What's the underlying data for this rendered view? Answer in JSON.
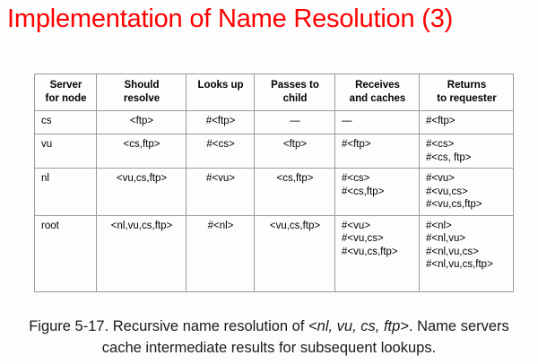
{
  "slide": {
    "title": "Implementation of Name Resolution (3)",
    "title_color": "#ff0000",
    "background_color": "#fdfdfd"
  },
  "table": {
    "border_color": "#9a9a9a",
    "headers": [
      {
        "line1": "Server",
        "line2": "for node"
      },
      {
        "line1": "Should",
        "line2": "resolve"
      },
      {
        "line1": "Looks up",
        "line2": ""
      },
      {
        "line1": "Passes to",
        "line2": "child"
      },
      {
        "line1": "Receives",
        "line2": "and caches"
      },
      {
        "line1": "Returns",
        "line2": "to requester"
      }
    ],
    "rows": [
      {
        "server": "cs",
        "should_resolve": [
          "<ftp>"
        ],
        "looks_up": [
          "#<ftp>"
        ],
        "passes_to_child": [
          "—"
        ],
        "receives_and_caches": [
          "—"
        ],
        "returns_to_requester": [
          "#<ftp>"
        ]
      },
      {
        "server": "vu",
        "should_resolve": [
          "<cs,ftp>"
        ],
        "looks_up": [
          "#<cs>"
        ],
        "passes_to_child": [
          "<ftp>"
        ],
        "receives_and_caches": [
          "#<ftp>"
        ],
        "returns_to_requester": [
          "#<cs>",
          "#<cs, ftp>"
        ]
      },
      {
        "server": "nl",
        "should_resolve": [
          "<vu,cs,ftp>"
        ],
        "looks_up": [
          "#<vu>"
        ],
        "passes_to_child": [
          "<cs,ftp>"
        ],
        "receives_and_caches": [
          "#<cs>",
          "#<cs,ftp>"
        ],
        "returns_to_requester": [
          "#<vu>",
          "#<vu,cs>",
          "#<vu,cs,ftp>"
        ]
      },
      {
        "server": "root",
        "should_resolve": [
          "<nl,vu,cs,ftp>"
        ],
        "looks_up": [
          "#<nl>"
        ],
        "passes_to_child": [
          "<vu,cs,ftp>"
        ],
        "receives_and_caches": [
          "#<vu>",
          "#<vu,cs>",
          "#<vu,cs,ftp>"
        ],
        "returns_to_requester": [
          "#<nl>",
          "#<nl,vu>",
          "#<nl,vu,cs>",
          "#<nl,vu,cs,ftp>"
        ]
      }
    ]
  },
  "caption": {
    "prefix": "Figure 5-17. Recursive name resolution of ",
    "emphasis": "<nl, vu, cs, ftp>",
    "suffix": ". Name servers cache intermediate results for subsequent lookups."
  }
}
